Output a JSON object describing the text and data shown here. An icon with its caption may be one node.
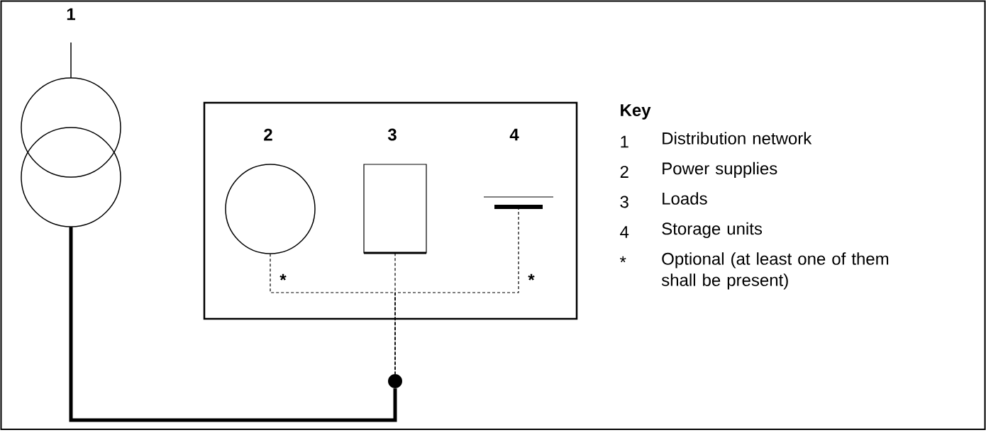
{
  "diagram": {
    "nodes": [
      {
        "text": [],
        "shape": "circle",
        "beside": [
          "1"
        ]
      },
      {
        "text": [],
        "shape": "box"
      },
      {
        "text": [],
        "shape": "circle",
        "in": 1,
        "beside": [
          "2"
        ]
      },
      {
        "text": [],
        "shape": "box",
        "in": 1,
        "beside": [
          "3"
        ]
      },
      {
        "text": [],
        "shape": "bar",
        "in": 1,
        "beside": [
          "4"
        ]
      },
      {
        "text": [],
        "shape": "circle"
      }
    ],
    "edges": [
      {
        "from": 0,
        "to": 5,
        "arrow": "none",
        "style": "thick"
      },
      {
        "from": 2,
        "to": 5,
        "arrow": "none",
        "style": "dashed",
        "label": "*"
      },
      {
        "from": 3,
        "to": 5,
        "arrow": "none",
        "style": "dashed"
      },
      {
        "from": 4,
        "to": 5,
        "arrow": "none",
        "style": "dashed",
        "label": "*"
      }
    ],
    "labels": [
      "Key",
      "1",
      "Distribution network",
      "2",
      "Power supplies",
      "3",
      "Loads",
      "4",
      "Storage units",
      "*",
      "Optional (at least one of them shall be present)"
    ]
  }
}
